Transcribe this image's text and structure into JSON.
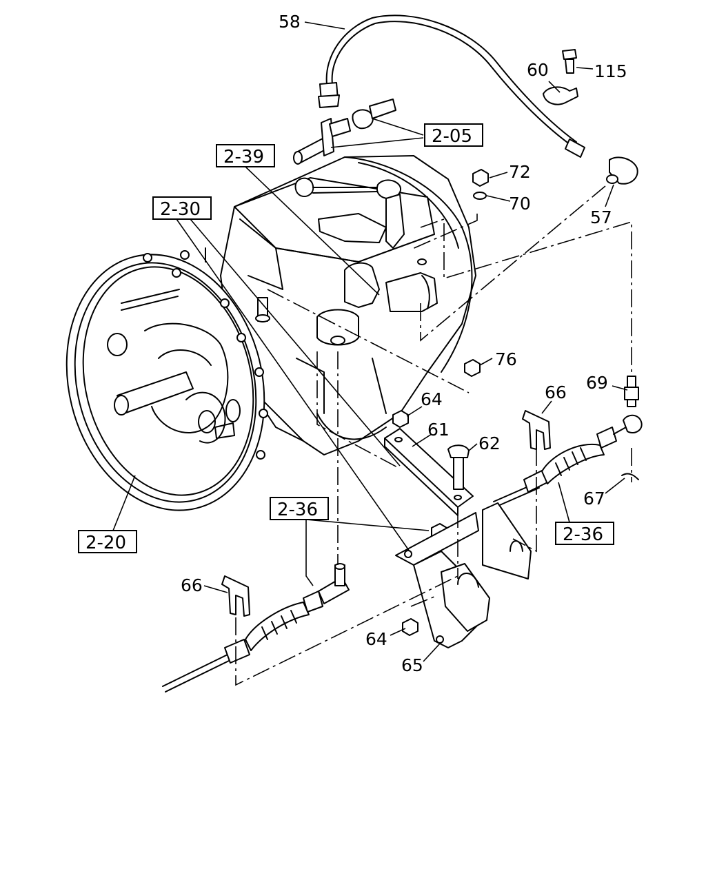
{
  "callouts": [
    {
      "id": "58",
      "text": "58"
    },
    {
      "id": "60",
      "text": "60"
    },
    {
      "id": "115",
      "text": "115"
    },
    {
      "id": "72",
      "text": "72"
    },
    {
      "id": "70",
      "text": "70"
    },
    {
      "id": "57",
      "text": "57"
    },
    {
      "id": "76",
      "text": "76"
    },
    {
      "id": "69",
      "text": "69"
    },
    {
      "id": "64a",
      "text": "64"
    },
    {
      "id": "61",
      "text": "61"
    },
    {
      "id": "62",
      "text": "62"
    },
    {
      "id": "66a",
      "text": "66"
    },
    {
      "id": "67",
      "text": "67"
    },
    {
      "id": "66b",
      "text": "66"
    },
    {
      "id": "64b",
      "text": "64"
    },
    {
      "id": "65",
      "text": "65"
    }
  ],
  "references": [
    {
      "id": "2-05",
      "text": "2-05"
    },
    {
      "id": "2-39",
      "text": "2-39"
    },
    {
      "id": "2-30",
      "text": "2-30"
    },
    {
      "id": "2-20",
      "text": "2-20"
    },
    {
      "id": "2-36a",
      "text": "2-36"
    },
    {
      "id": "2-36b",
      "text": "2-36"
    }
  ]
}
